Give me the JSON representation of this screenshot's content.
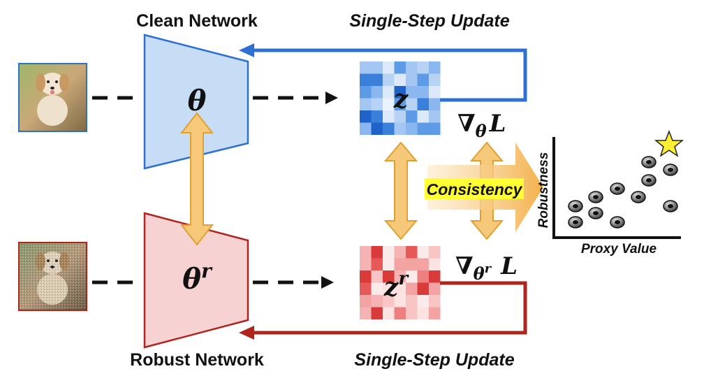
{
  "clean_network": {
    "title": "Clean Network",
    "param": "θ",
    "update_label": "Single-Step Update",
    "gradient_symbol": "∇",
    "gradient_sub": "θ",
    "gradient_loss": "L",
    "latent": "z",
    "color": "#2e6fd3",
    "fill": "#c7ddf6"
  },
  "robust_network": {
    "title": "Robust Network",
    "param": "θ",
    "param_sup": "r",
    "update_label": "Single-Step Update",
    "gradient_symbol": "∇",
    "gradient_sub": "θ",
    "gradient_sub_sup": "r",
    "gradient_loss": "L",
    "latent": "z",
    "latent_sup": "r",
    "color": "#b0241e",
    "fill": "#f7d2d2"
  },
  "consistency_label": "Consistency",
  "plot": {
    "ylabel": "Robustness",
    "xlabel": "Proxy Value"
  },
  "colors": {
    "link_arrow_fill": "#f6c97a",
    "link_arrow_stroke": "#e0a030",
    "highlight": "#ffff33",
    "star": "#ffee33"
  }
}
